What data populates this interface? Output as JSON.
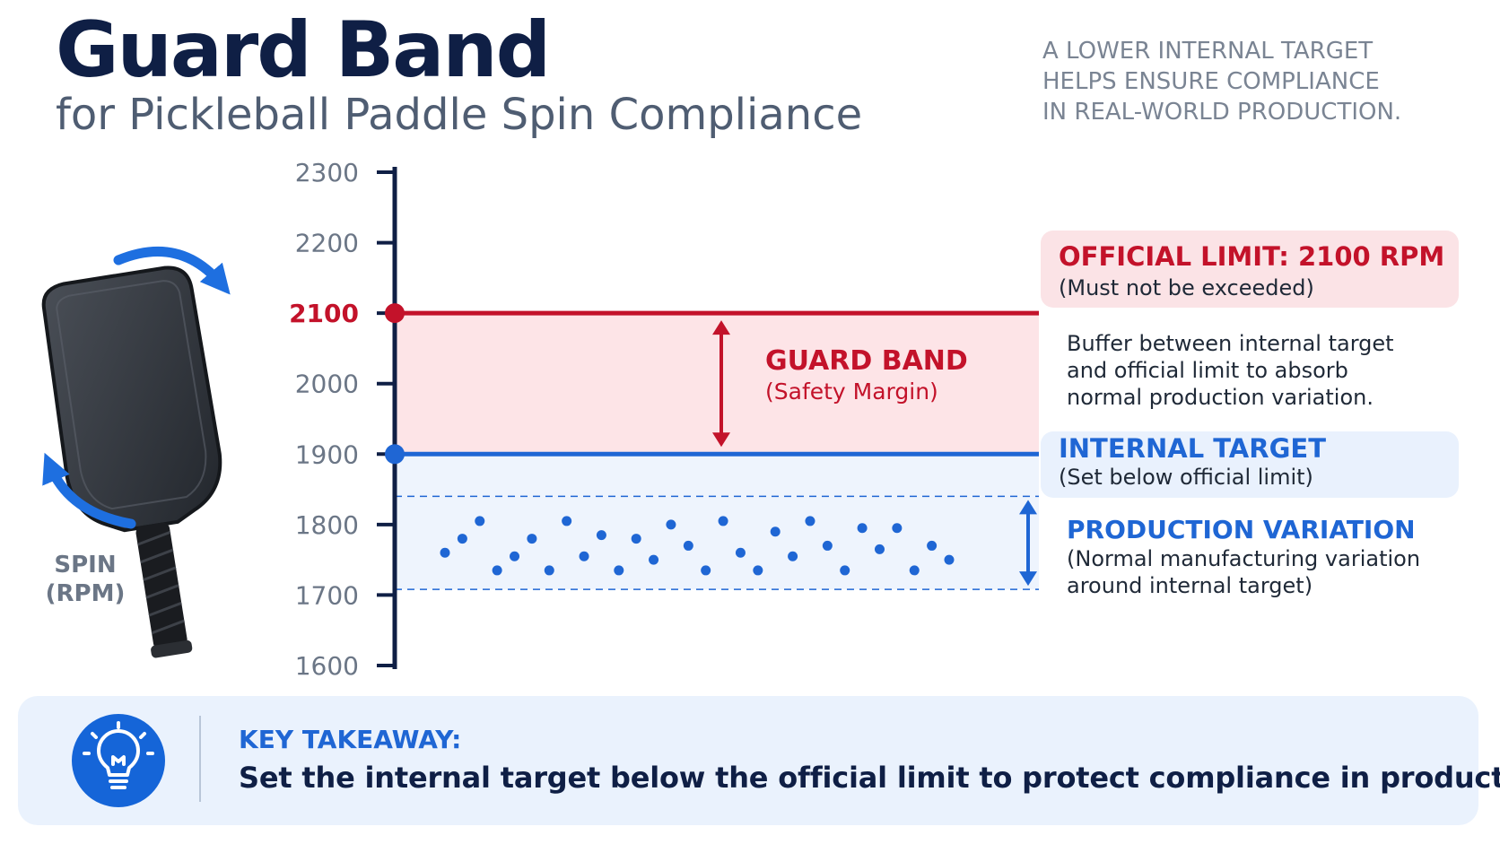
{
  "header": {
    "title": "Guard Band",
    "subtitle": "for Pickleball Paddle Spin Compliance",
    "tagline": [
      "A LOWER INTERNAL TARGET",
      "HELPS ENSURE COMPLIANCE",
      "IN REAL-WORLD PRODUCTION."
    ]
  },
  "axis_label": [
    "SPIN",
    "(RPM)"
  ],
  "official_limit": {
    "title": "OFFICIAL LIMIT: 2100 RPM",
    "subtitle": "(Must not be exceeded)"
  },
  "guard_band": {
    "title": "GUARD BAND",
    "subtitle": "(Safety Margin)",
    "note": [
      "Buffer between internal target",
      "and official limit to absorb",
      "normal production variation."
    ]
  },
  "internal_target": {
    "title": "INTERNAL TARGET",
    "subtitle": "(Set below official limit)"
  },
  "production_variation": {
    "title": "PRODUCTION VARIATION",
    "subtitle": [
      "(Normal manufacturing variation",
      "around internal target)"
    ]
  },
  "takeaway": {
    "heading": "KEY TAKEAWAY:",
    "text": "Set the internal target below the official limit to protect compliance in production."
  },
  "colors": {
    "navy": "#0f1f45",
    "red": "#c3122a",
    "blue": "#1f66d4",
    "guard_band_fill": "#fde4e7",
    "variation_fill": "#eef4fd"
  },
  "icons": [
    "curved-arrow-icon",
    "pickleball-paddle-icon",
    "lightbulb-icon",
    "double-arrow-icon"
  ],
  "chart_data": {
    "type": "scatter",
    "ylabel": "SPIN (RPM)",
    "ylim": [
      1600,
      2300
    ],
    "yticks": [
      1600,
      1700,
      1800,
      1900,
      2000,
      2100,
      2200,
      2300
    ],
    "highlighted_ticks": {
      "2100": "#c3122a"
    },
    "official_limit": 2100,
    "internal_target": 1900,
    "guard_band": [
      1900,
      2100
    ],
    "production_variation_band": [
      1708,
      1840
    ],
    "samples": [
      1760,
      1780,
      1805,
      1735,
      1755,
      1780,
      1735,
      1805,
      1755,
      1785,
      1735,
      1780,
      1750,
      1800,
      1770,
      1735,
      1805,
      1760,
      1735,
      1790,
      1755,
      1805,
      1770,
      1735,
      1795,
      1765,
      1795,
      1735,
      1770,
      1750
    ]
  }
}
